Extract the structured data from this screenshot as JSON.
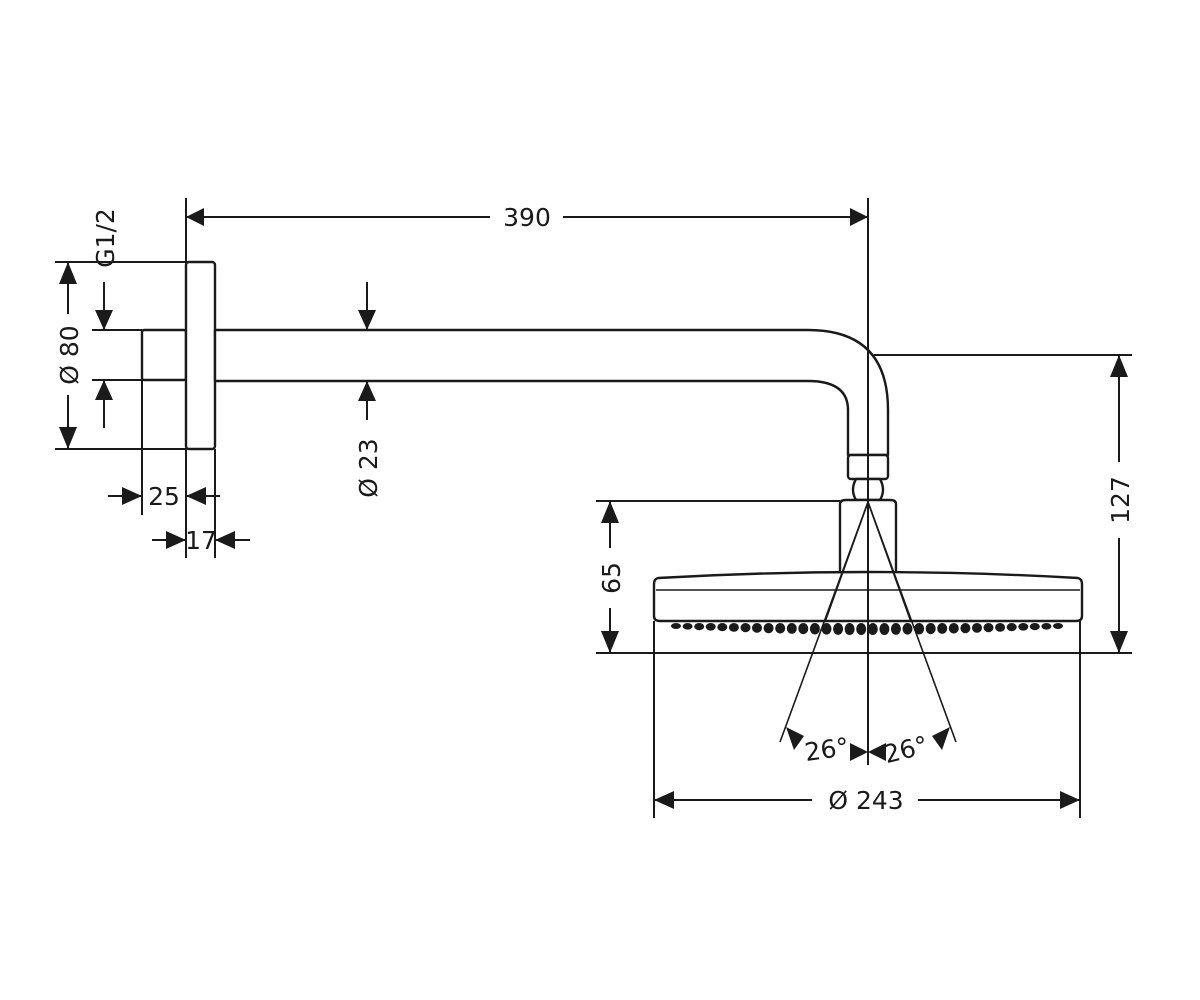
{
  "drawing": {
    "dimensions": {
      "arm_length": "390",
      "thread": "G1/2",
      "flange_diameter": "Ø 80",
      "pipe_diameter": "Ø 23",
      "nipple_length": "25",
      "flange_thickness": "17",
      "head_height": "65",
      "total_drop": "127",
      "spray_angle_left": "26°",
      "spray_angle_right": "26°",
      "head_diameter": "Ø 243"
    }
  }
}
